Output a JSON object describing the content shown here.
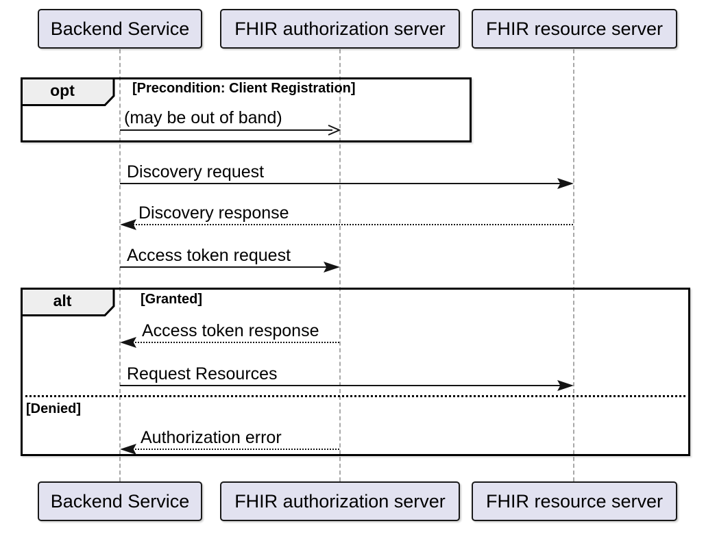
{
  "diagram": {
    "type": "uml-sequence-diagram",
    "participants": [
      {
        "name": "Backend Service"
      },
      {
        "name": "FHIR authorization server"
      },
      {
        "name": "FHIR resource server"
      }
    ],
    "fragments": {
      "opt": {
        "operator": "opt",
        "condition": "[Precondition: Client Registration]"
      },
      "alt": {
        "operator": "alt",
        "condition_granted": "[Granted]",
        "condition_denied": "[Denied]"
      }
    },
    "messages": [
      {
        "label": "(may be out of band)",
        "from": "Backend Service",
        "to": "FHIR authorization server",
        "line": "solid",
        "arrowhead": "open"
      },
      {
        "label": "Discovery request",
        "from": "Backend Service",
        "to": "FHIR resource server",
        "line": "solid",
        "arrowhead": "filled"
      },
      {
        "label": "Discovery response",
        "from": "FHIR resource server",
        "to": "Backend Service",
        "line": "dotted",
        "arrowhead": "filled"
      },
      {
        "label": "Access token request",
        "from": "Backend Service",
        "to": "FHIR authorization server",
        "line": "solid",
        "arrowhead": "filled"
      },
      {
        "label": "Access token response",
        "from": "FHIR authorization server",
        "to": "Backend Service",
        "line": "dotted",
        "arrowhead": "filled"
      },
      {
        "label": "Request Resources",
        "from": "Backend Service",
        "to": "FHIR resource server",
        "line": "solid",
        "arrowhead": "filled"
      },
      {
        "label": "Authorization error",
        "from": "FHIR authorization server",
        "to": "Backend Service",
        "line": "dotted",
        "arrowhead": "filled"
      }
    ],
    "colors": {
      "background": "#FFFFFF",
      "participant_fill": "#E2E2F0",
      "participant_border": "#181818",
      "lifeline": "#A8A8A8",
      "fragment_border": "#000000",
      "fragment_tab_fill": "#EEEEEE",
      "text": "#000000"
    }
  }
}
